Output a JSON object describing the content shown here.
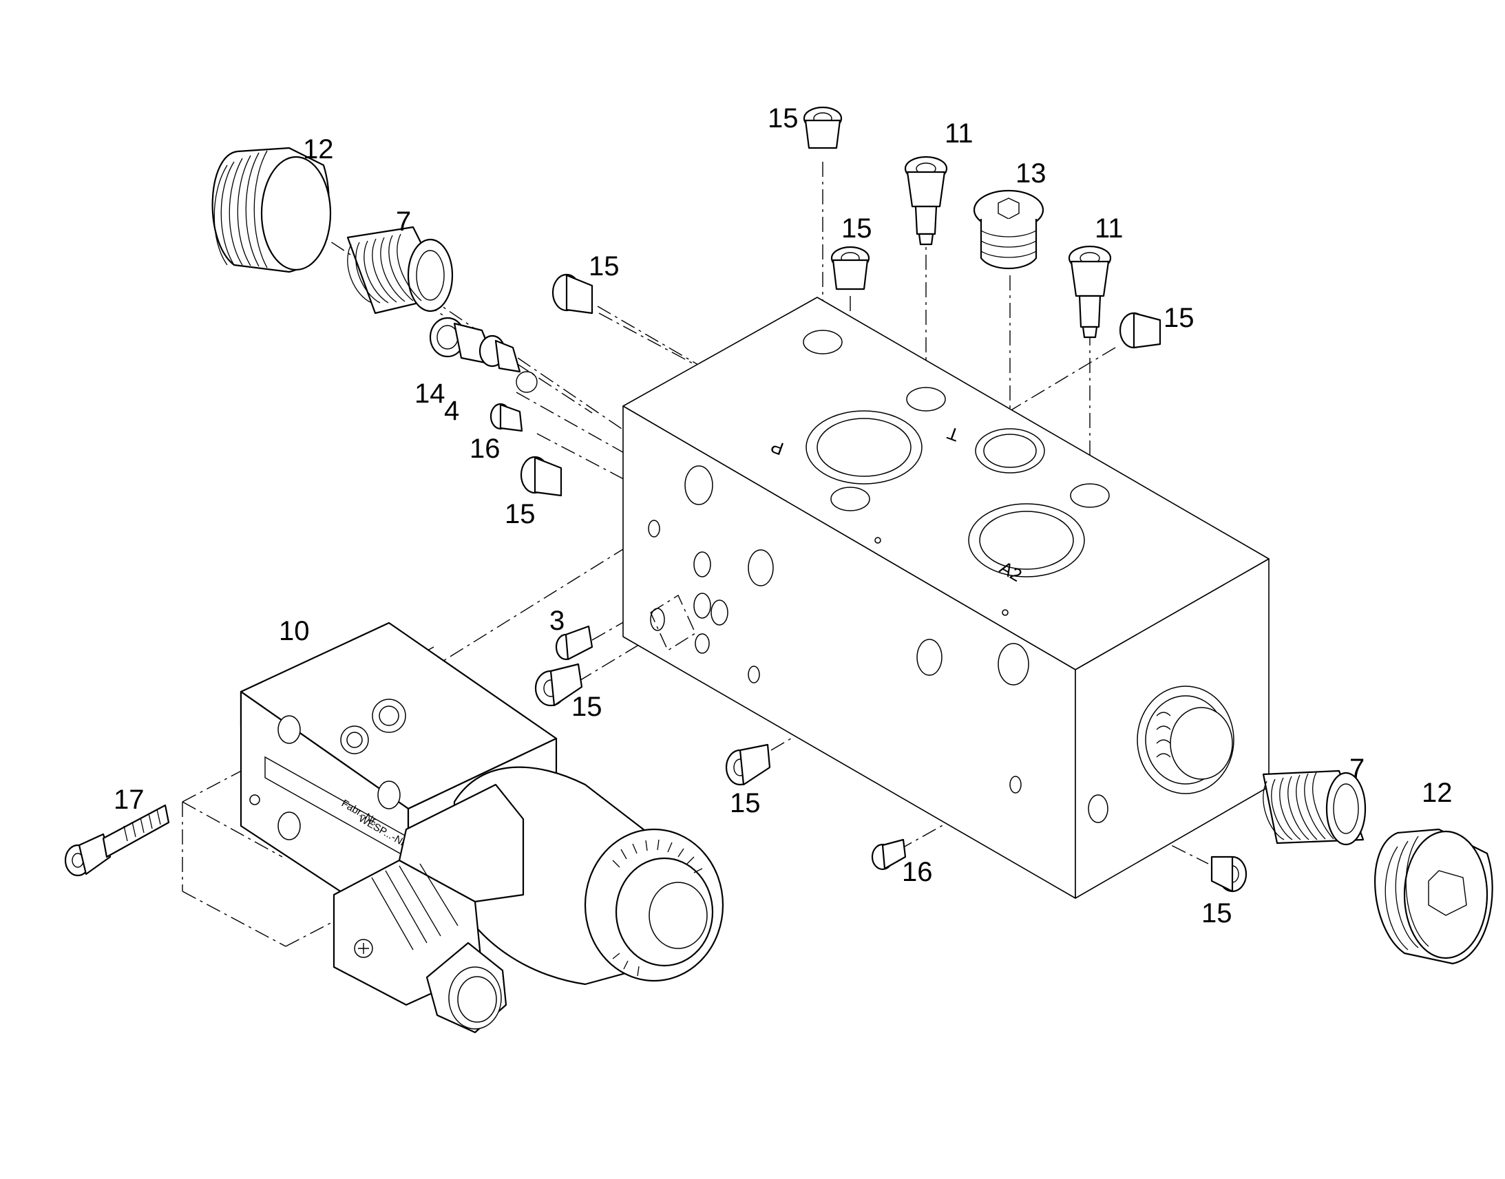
{
  "diagram": {
    "type": "exploded-parts-diagram",
    "subject": "hydraulic valve block assembly",
    "callouts": [
      {
        "id": "c-12a",
        "label": "12"
      },
      {
        "id": "c-7a",
        "label": "7"
      },
      {
        "id": "c-14",
        "label": "14"
      },
      {
        "id": "c-4",
        "label": "4"
      },
      {
        "id": "c-15a",
        "label": "15"
      },
      {
        "id": "c-16a",
        "label": "16"
      },
      {
        "id": "c-15b",
        "label": "15"
      },
      {
        "id": "c-15c",
        "label": "15"
      },
      {
        "id": "c-11a",
        "label": "11"
      },
      {
        "id": "c-15d",
        "label": "15"
      },
      {
        "id": "c-13",
        "label": "13"
      },
      {
        "id": "c-11b",
        "label": "11"
      },
      {
        "id": "c-15e",
        "label": "15"
      },
      {
        "id": "c-10",
        "label": "10"
      },
      {
        "id": "c-3",
        "label": "3"
      },
      {
        "id": "c-15f",
        "label": "15"
      },
      {
        "id": "c-17",
        "label": "17"
      },
      {
        "id": "c-15g",
        "label": "15"
      },
      {
        "id": "c-16b",
        "label": "16"
      },
      {
        "id": "c-7b",
        "label": "7"
      },
      {
        "id": "c-12b",
        "label": "12"
      },
      {
        "id": "c-15h",
        "label": "15"
      }
    ],
    "port_markings": {
      "top_left": "P",
      "top_right": "T",
      "front": "A2"
    },
    "nameplate": {
      "line1": "Fabr.-Nr.",
      "line2": "WESP...-Nr."
    }
  }
}
